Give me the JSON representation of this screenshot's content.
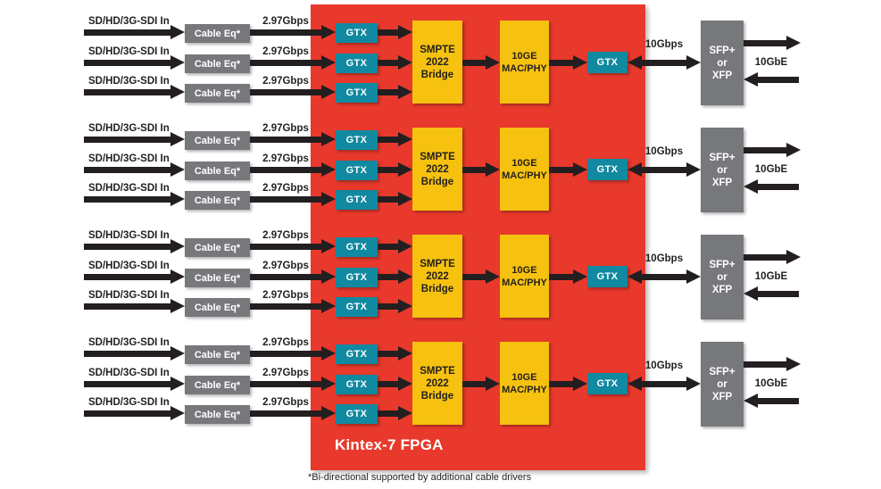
{
  "diagram": {
    "colors": {
      "fpga_red": "#E8392C",
      "transceiver_teal": "#1189A0",
      "block_yellow": "#F6C20F",
      "module_gray": "#77787B",
      "arrow_black": "#231F20"
    },
    "fpga_label": "Kintex-7 FPGA",
    "footnote": "*Bi-directional supported by additional cable drivers",
    "groups": [
      {
        "rows": [
          {
            "input_label": "SD/HD/3G-SDI In",
            "eq_label": "Cable Eq*",
            "rate_label": "2.97Gbps",
            "gtx_label": "GTX"
          },
          {
            "input_label": "SD/HD/3G-SDI In",
            "eq_label": "Cable Eq*",
            "rate_label": "2.97Gbps",
            "gtx_label": "GTX"
          },
          {
            "input_label": "SD/HD/3G-SDI In",
            "eq_label": "Cable Eq*",
            "rate_label": "2.97Gbps",
            "gtx_label": "GTX"
          }
        ],
        "bridge_line1": "SMPTE",
        "bridge_line2": "2022",
        "bridge_line3": "Bridge",
        "mac_line1": "10GE",
        "mac_line2": "MAC/PHY",
        "gtx_out_label": "GTX",
        "link_rate_label": "10Gbps",
        "sfp_line1": "SFP+",
        "sfp_line2": "or",
        "sfp_line3": "XFP",
        "ethernet_label": "10GbE"
      },
      {
        "rows": [
          {
            "input_label": "SD/HD/3G-SDI In",
            "eq_label": "Cable Eq*",
            "rate_label": "2.97Gbps",
            "gtx_label": "GTX"
          },
          {
            "input_label": "SD/HD/3G-SDI In",
            "eq_label": "Cable Eq*",
            "rate_label": "2.97Gbps",
            "gtx_label": "GTX"
          },
          {
            "input_label": "SD/HD/3G-SDI In",
            "eq_label": "Cable Eq*",
            "rate_label": "2.97Gbps",
            "gtx_label": "GTX"
          }
        ],
        "bridge_line1": "SMPTE",
        "bridge_line2": "2022",
        "bridge_line3": "Bridge",
        "mac_line1": "10GE",
        "mac_line2": "MAC/PHY",
        "gtx_out_label": "GTX",
        "link_rate_label": "10Gbps",
        "sfp_line1": "SFP+",
        "sfp_line2": "or",
        "sfp_line3": "XFP",
        "ethernet_label": "10GbE"
      },
      {
        "rows": [
          {
            "input_label": "SD/HD/3G-SDI In",
            "eq_label": "Cable Eq*",
            "rate_label": "2.97Gbps",
            "gtx_label": "GTX"
          },
          {
            "input_label": "SD/HD/3G-SDI In",
            "eq_label": "Cable Eq*",
            "rate_label": "2.97Gbps",
            "gtx_label": "GTX"
          },
          {
            "input_label": "SD/HD/3G-SDI In",
            "eq_label": "Cable Eq*",
            "rate_label": "2.97Gbps",
            "gtx_label": "GTX"
          }
        ],
        "bridge_line1": "SMPTE",
        "bridge_line2": "2022",
        "bridge_line3": "Bridge",
        "mac_line1": "10GE",
        "mac_line2": "MAC/PHY",
        "gtx_out_label": "GTX",
        "link_rate_label": "10Gbps",
        "sfp_line1": "SFP+",
        "sfp_line2": "or",
        "sfp_line3": "XFP",
        "ethernet_label": "10GbE"
      },
      {
        "rows": [
          {
            "input_label": "SD/HD/3G-SDI In",
            "eq_label": "Cable Eq*",
            "rate_label": "2.97Gbps",
            "gtx_label": "GTX"
          },
          {
            "input_label": "SD/HD/3G-SDI In",
            "eq_label": "Cable Eq*",
            "rate_label": "2.97Gbps",
            "gtx_label": "GTX"
          },
          {
            "input_label": "SD/HD/3G-SDI In",
            "eq_label": "Cable Eq*",
            "rate_label": "2.97Gbps",
            "gtx_label": "GTX"
          }
        ],
        "bridge_line1": "SMPTE",
        "bridge_line2": "2022",
        "bridge_line3": "Bridge",
        "mac_line1": "10GE",
        "mac_line2": "MAC/PHY",
        "gtx_out_label": "GTX",
        "link_rate_label": "10Gbps",
        "sfp_line1": "SFP+",
        "sfp_line2": "or",
        "sfp_line3": "XFP",
        "ethernet_label": "10GbE"
      }
    ]
  }
}
